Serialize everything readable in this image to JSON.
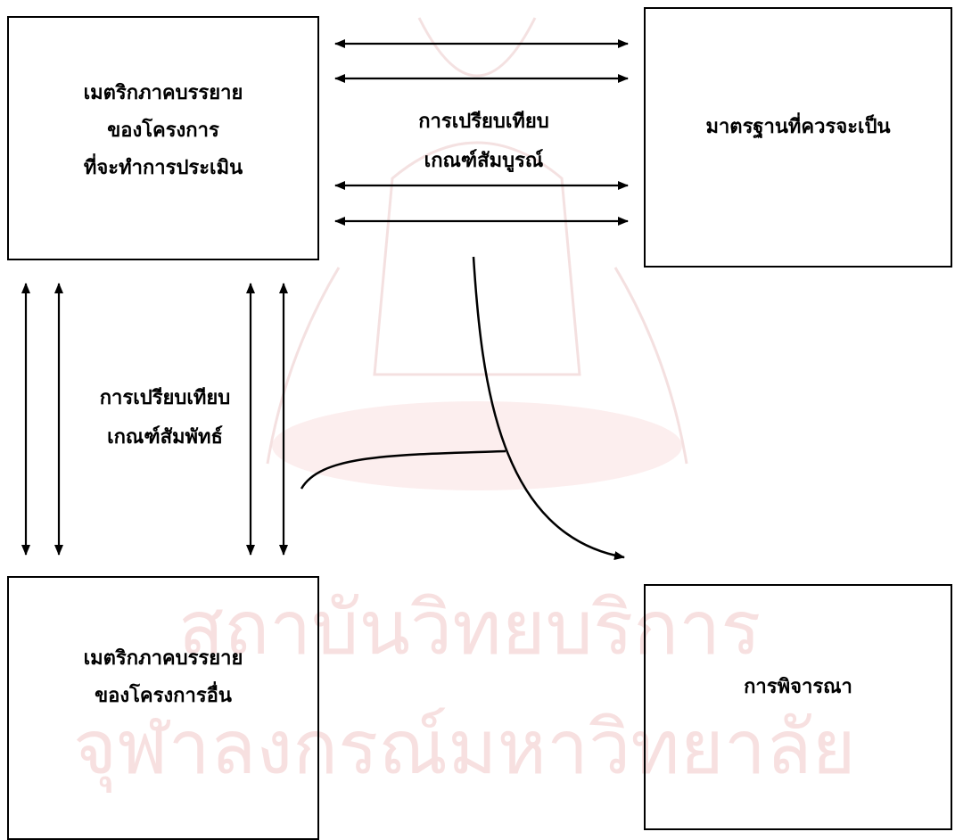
{
  "boxes": {
    "project_matrix": [
      "เมตริกภาคบรรยาย",
      "ของโครงการ",
      "ที่จะทำการประเมิน"
    ],
    "standards": [
      "มาตรฐานที่ควรจะเป็น"
    ],
    "other_projects": [
      "เมตริกภาคบรรยาย",
      "ของโครงการอื่น"
    ],
    "judgment": [
      "การพิจารณา"
    ]
  },
  "labels": {
    "absolute_comparison": [
      "การเปรียบเทียบ",
      "เกณฑ์สัมบูรณ์"
    ],
    "relative_comparison": [
      "การเปรียบเทียบ",
      "เกณฑ์สัมพัทธ์"
    ]
  },
  "watermark": {
    "line1": "สถาบันวิทยบริการ",
    "line2": "จุฬาลงกรณ์มหาวิทยาลัย"
  },
  "colors": {
    "line": "#000000",
    "watermark": "#f1c7c7"
  }
}
